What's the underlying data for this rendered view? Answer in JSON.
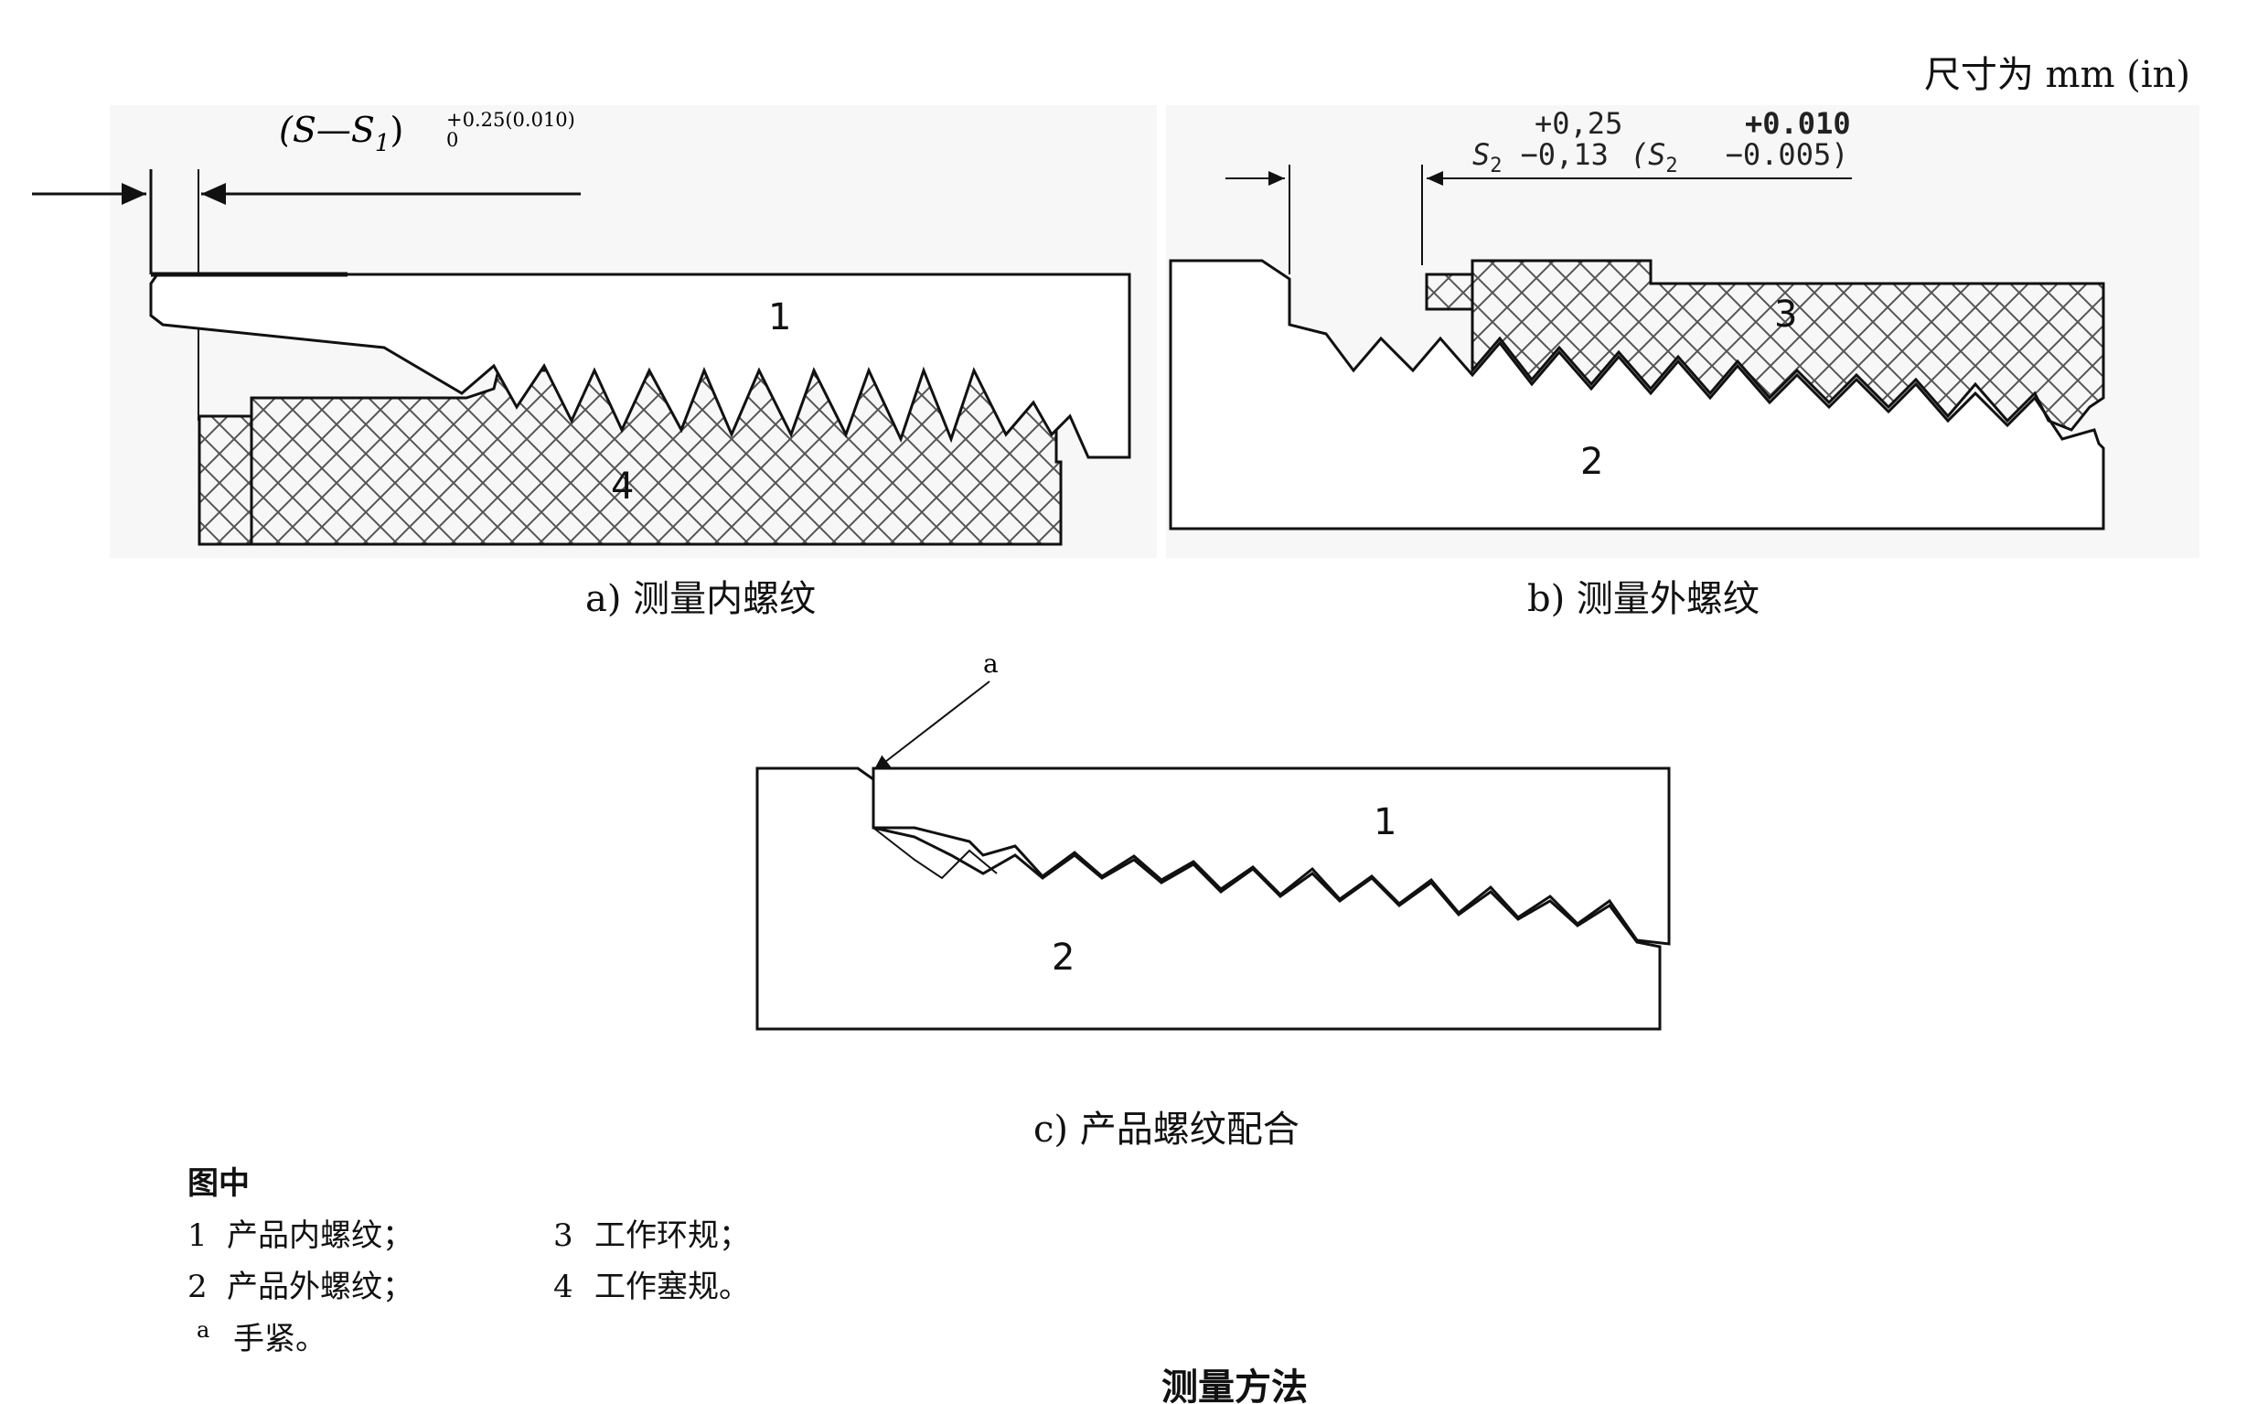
{
  "units_note": "尺寸为 mm (in)",
  "panel_a": {
    "dimension": {
      "main": "(S—S",
      "sub": "1",
      "close": ")",
      "upper": "+0.25(0.010)",
      "lower": "0"
    },
    "label_1": "1",
    "label_4": "4",
    "caption": "a) 测量内螺纹"
  },
  "panel_b": {
    "dimension": {
      "row1_metric": "+0,25",
      "row1_inch": "+0.010",
      "row2_left": "S",
      "row2_left_sub": "2",
      "row2_metric": "−0,13",
      "row2_open": "(S",
      "row2_open_sub": "2",
      "row2_inch": "−0.005)"
    },
    "label_3": "3",
    "label_2": "2",
    "caption": "b) 测量外螺纹"
  },
  "panel_c": {
    "marker": "a",
    "label_1": "1",
    "label_2": "2",
    "caption": "c) 产品螺纹配合"
  },
  "legend": {
    "heading": "图中",
    "items": [
      {
        "num": "1",
        "text": "产品内螺纹；"
      },
      {
        "num": "3",
        "text": "工作环规；"
      },
      {
        "num": "2",
        "text": "产品外螺纹；"
      },
      {
        "num": "4",
        "text": "工作塞规。"
      }
    ],
    "note_marker": "a",
    "note_text": "手紧。"
  },
  "figure_title": "测量方法"
}
